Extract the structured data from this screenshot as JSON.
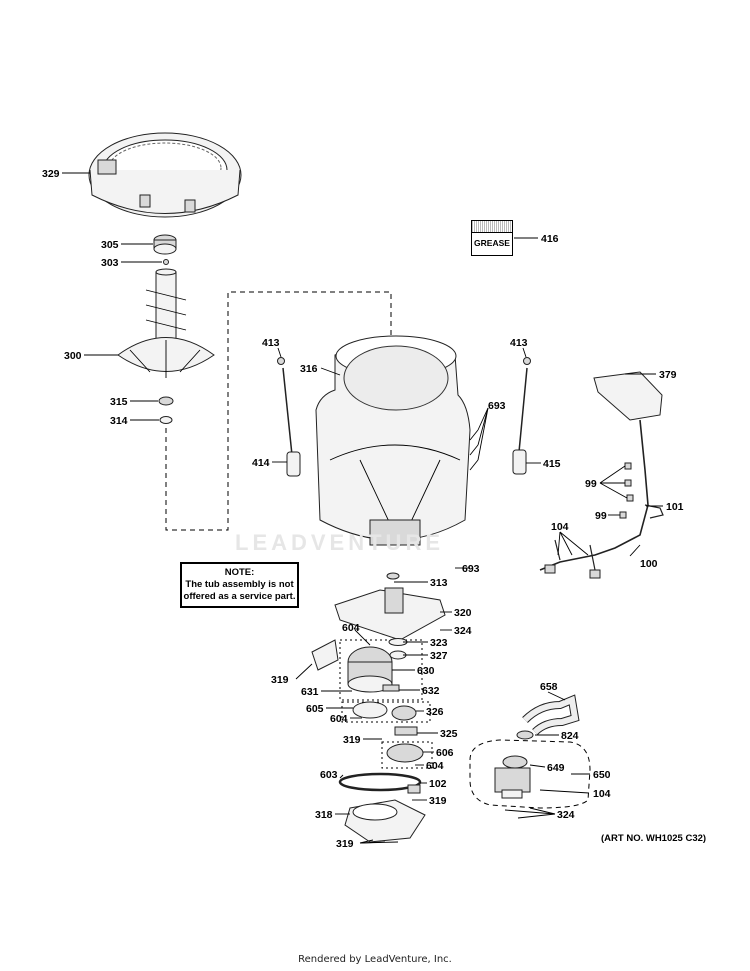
{
  "callouts": [
    {
      "id": "329"
    },
    {
      "id": "305"
    },
    {
      "id": "303"
    },
    {
      "id": "300"
    },
    {
      "id": "315"
    },
    {
      "id": "314"
    },
    {
      "id": "413"
    },
    {
      "id": "316"
    },
    {
      "id": "414"
    },
    {
      "id": "693"
    },
    {
      "id": "413"
    },
    {
      "id": "415"
    },
    {
      "id": "379"
    },
    {
      "id": "99"
    },
    {
      "id": "101"
    },
    {
      "id": "99"
    },
    {
      "id": "104"
    },
    {
      "id": "100"
    },
    {
      "id": "693"
    },
    {
      "id": "313"
    },
    {
      "id": "320"
    },
    {
      "id": "324"
    },
    {
      "id": "604"
    },
    {
      "id": "323"
    },
    {
      "id": "327"
    },
    {
      "id": "630"
    },
    {
      "id": "319"
    },
    {
      "id": "631"
    },
    {
      "id": "632"
    },
    {
      "id": "605"
    },
    {
      "id": "604"
    },
    {
      "id": "326"
    },
    {
      "id": "319"
    },
    {
      "id": "325"
    },
    {
      "id": "606"
    },
    {
      "id": "604"
    },
    {
      "id": "603"
    },
    {
      "id": "102"
    },
    {
      "id": "319"
    },
    {
      "id": "318"
    },
    {
      "id": "319"
    },
    {
      "id": "416"
    },
    {
      "id": "658"
    },
    {
      "id": "824"
    },
    {
      "id": "649"
    },
    {
      "id": "650"
    },
    {
      "id": "104"
    },
    {
      "id": "324"
    }
  ],
  "note": {
    "title": "NOTE:",
    "line1": "The tub assembly is not",
    "line2": "offered as a service part."
  },
  "grease_label": "GREASE",
  "watermark": "LEADVENTURE",
  "art_number": "(ART NO. WH1025 C32)",
  "footer": "Rendered by LeadVenture, Inc."
}
